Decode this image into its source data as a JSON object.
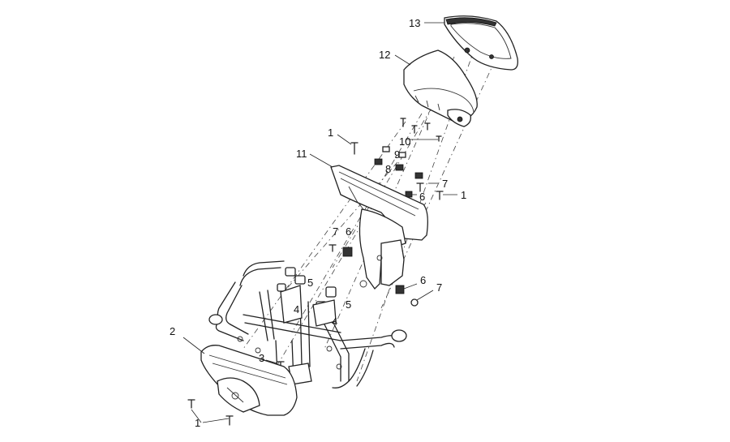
{
  "diagram": {
    "callouts": [
      {
        "id": "c13",
        "label": "13"
      },
      {
        "id": "c12",
        "label": "12"
      },
      {
        "id": "c1a",
        "label": "1"
      },
      {
        "id": "c10",
        "label": "10"
      },
      {
        "id": "c9",
        "label": "9"
      },
      {
        "id": "c11",
        "label": "11"
      },
      {
        "id": "c8",
        "label": "8"
      },
      {
        "id": "c7a",
        "label": "7"
      },
      {
        "id": "c1b",
        "label": "1"
      },
      {
        "id": "c6a",
        "label": "6"
      },
      {
        "id": "c7b",
        "label": "7"
      },
      {
        "id": "c6b",
        "label": "6"
      },
      {
        "id": "c5a",
        "label": "5"
      },
      {
        "id": "c6c",
        "label": "6"
      },
      {
        "id": "c7c",
        "label": "7"
      },
      {
        "id": "c4a",
        "label": "4"
      },
      {
        "id": "c5b",
        "label": "5"
      },
      {
        "id": "c4b",
        "label": "4"
      },
      {
        "id": "c2",
        "label": "2"
      },
      {
        "id": "c3",
        "label": "3"
      },
      {
        "id": "c1c",
        "label": "1"
      }
    ]
  }
}
